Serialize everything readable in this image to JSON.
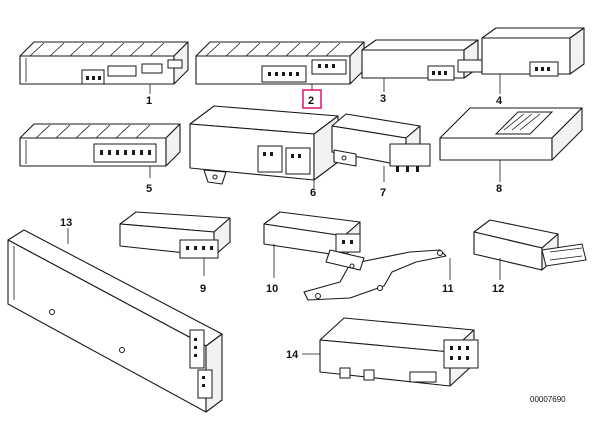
{
  "diagram": {
    "callouts": [
      {
        "id": "1",
        "label": "1"
      },
      {
        "id": "2",
        "label": "2",
        "highlighted": true
      },
      {
        "id": "3",
        "label": "3"
      },
      {
        "id": "4",
        "label": "4"
      },
      {
        "id": "5",
        "label": "5"
      },
      {
        "id": "6",
        "label": "6"
      },
      {
        "id": "7",
        "label": "7"
      },
      {
        "id": "8",
        "label": "8"
      },
      {
        "id": "9",
        "label": "9"
      },
      {
        "id": "10",
        "label": "10"
      },
      {
        "id": "11",
        "label": "11"
      },
      {
        "id": "12",
        "label": "12"
      },
      {
        "id": "13",
        "label": "13"
      },
      {
        "id": "14",
        "label": "14"
      }
    ],
    "drawing_code": "00007690",
    "highlight_color": "#e0217a",
    "line_color": "#1a1a1a"
  }
}
